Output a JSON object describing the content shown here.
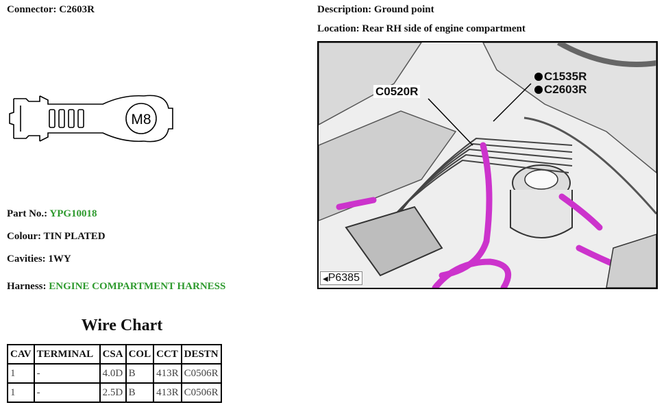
{
  "connector": {
    "label": "Connector:",
    "value": "C2603R"
  },
  "terminal_marking": "M8",
  "part_no": {
    "label": "Part No.:",
    "value": "YPG10018"
  },
  "colour": {
    "label": "Colour:",
    "value": "TIN PLATED"
  },
  "cavities": {
    "label": "Cavities:",
    "value": "1WY"
  },
  "harness": {
    "label": "Harness:",
    "value": "ENGINE COMPARTMENT HARNESS"
  },
  "description": {
    "label": "Description:",
    "value": "Ground point"
  },
  "location": {
    "label": "Location:",
    "value": "Rear RH side of engine compartment"
  },
  "photo": {
    "callouts": {
      "c0520r": "C0520R",
      "c1535r": "C1535R",
      "c2603r": "C2603R"
    },
    "reference": "P6385"
  },
  "wire_chart": {
    "title": "Wire Chart",
    "headers": [
      "CAV",
      "TERMINAL",
      "CSA",
      "COL",
      "CCT",
      "DESTN"
    ],
    "rows": [
      [
        "1",
        "-",
        "4.0D",
        "B",
        "413R",
        "C0506R"
      ],
      [
        "1",
        "-",
        "2.5D",
        "B",
        "413R",
        "C0506R"
      ]
    ]
  },
  "colors": {
    "accent_green": "#2e9a2e",
    "harness_magenta": "#cc33cc"
  }
}
